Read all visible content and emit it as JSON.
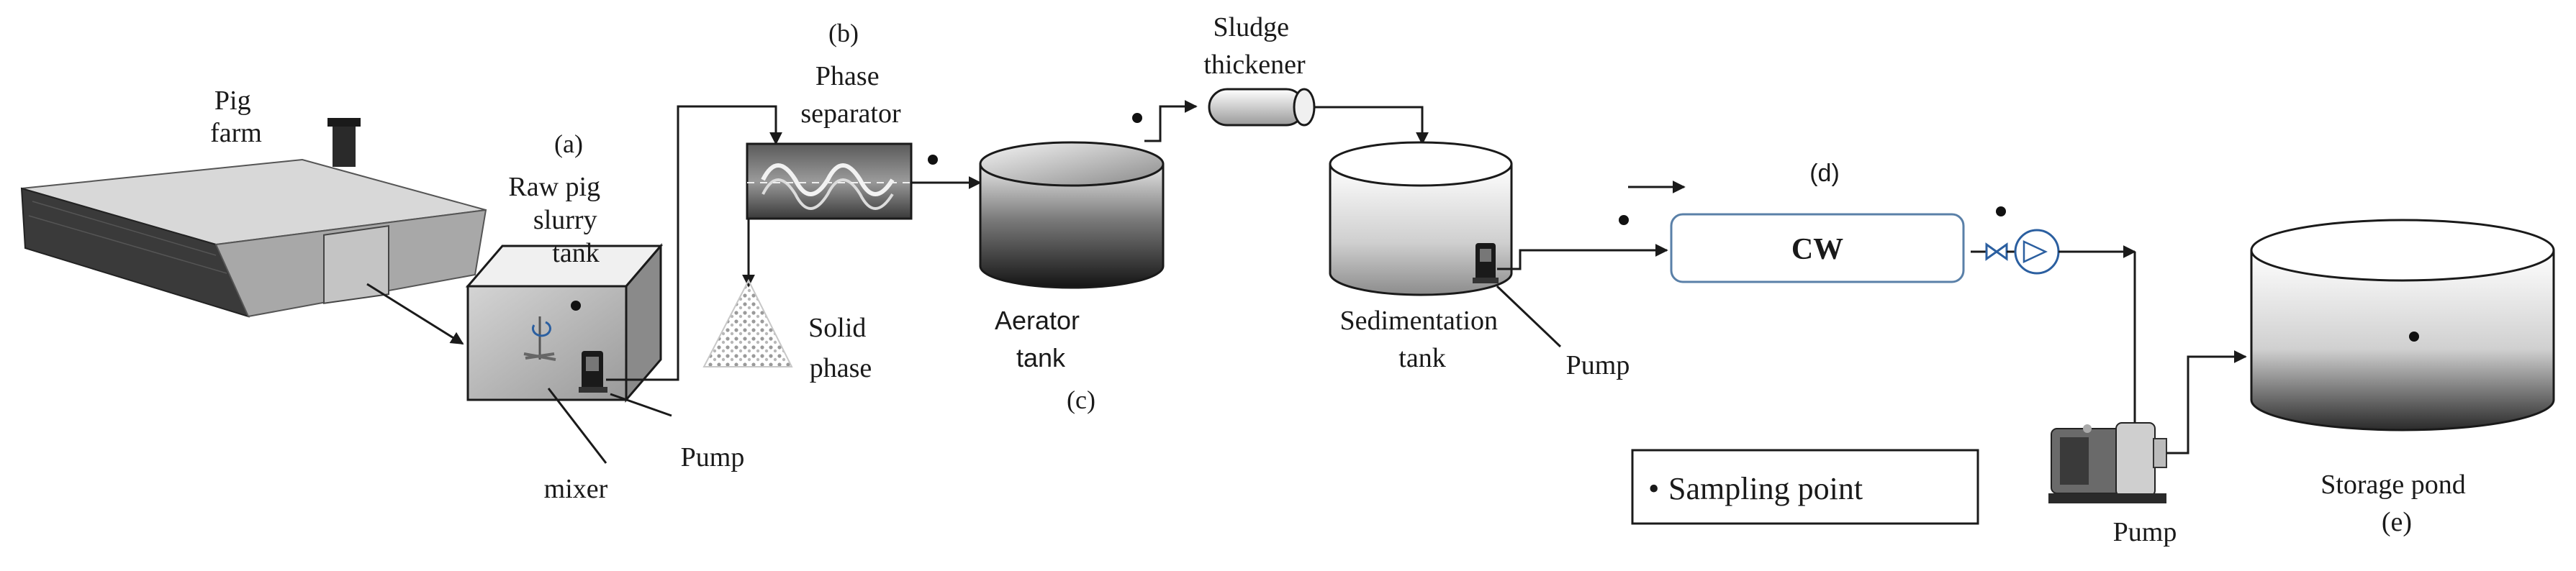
{
  "labels": {
    "pig_farm": [
      "Pig",
      "farm"
    ],
    "a": "(a)",
    "raw_tank": [
      "Raw pig",
      "slurry",
      "tank"
    ],
    "mixer": "mixer",
    "pump1": "Pump",
    "b": "(b)",
    "phase_separator": [
      "Phase",
      "separator"
    ],
    "solid_phase": [
      "Solid",
      "phase"
    ],
    "aerator_tank": [
      "Aerator",
      "tank"
    ],
    "c": "(c)",
    "sludge_thickener": [
      "Sludge",
      "thickener"
    ],
    "sedimentation_tank": [
      "Sedimentation",
      "tank"
    ],
    "pump2": "Pump",
    "d": "(d)",
    "cw": "CW",
    "pump3": "Pump",
    "storage_pond": "Storage pond",
    "e": "(e)"
  },
  "legend": {
    "bullet": "•",
    "text": "Sampling point"
  },
  "colors": {
    "line": "#1a1a1a",
    "cw_border": "#5a80a8",
    "tank_dark": "#1e1e1e"
  }
}
